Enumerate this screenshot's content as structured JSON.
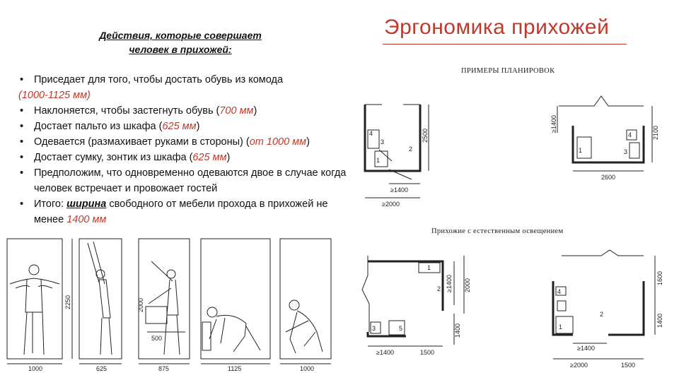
{
  "title": "Эргономика прихожей",
  "heading": {
    "line1": "Действия, которые совершает",
    "line2": "человек в прихожей:"
  },
  "bullets": [
    {
      "text": "Приседает для того, чтобы достать обувь из комода",
      "value": "(1000-1125 мм)"
    },
    {
      "text": "Наклоняется, чтобы застегнуть обувь",
      "value": "700 мм"
    },
    {
      "text": "Достает пальто из шкафа",
      "value": "625 мм"
    },
    {
      "text": "Одевается (размахивает руками в стороны)",
      "value": "от 1000 мм"
    },
    {
      "text": "Достает  сумку, зонтик из шкафа",
      "value": "625 мм"
    },
    {
      "text": "Предположим, что одновременно одеваются двое в случае когда человек встречает и провожает гостей"
    },
    {
      "prefix": "Итого: ",
      "emph": "ширина",
      "text": " свободного от мебели прохода в прихожей не менее ",
      "value": "1400 мм"
    }
  ],
  "captions": {
    "plans": "ПРИМЕРЫ ПЛАНИРОВОК",
    "natural": "Прихожие с естественным освещением"
  },
  "figures": {
    "heights": {
      "h2250": "2250",
      "h2000": "2000",
      "h500": "500"
    },
    "widths": {
      "w1000a": "1000",
      "w625": "625",
      "w875": "875",
      "w1125": "1125",
      "w1000b": "1000"
    }
  },
  "plans": {
    "p1": {
      "d2500": "2500",
      "d1400": "≥1400",
      "d2000": "≥2000",
      "n1": "1",
      "n2": "2",
      "n3": "3",
      "n4": "4"
    },
    "p2": {
      "d1400": "≥1400",
      "d2100": "2100",
      "d2600": "2600",
      "n1": "1",
      "n3": "3",
      "n4": "4"
    },
    "p3": {
      "d1400v": "≥1400",
      "d2000v": "2000",
      "d1400b": "1400",
      "d1400h": "≥1400",
      "d1500": "1500",
      "n1": "1",
      "n2": "2",
      "n3": "3",
      "n5": "5"
    },
    "p4": {
      "d1600": "1600",
      "d1400": "1400",
      "d1400h": "≥1400",
      "d2000": "≥2000",
      "d1500": "1500",
      "n1": "1",
      "n2": "2",
      "n4": "4"
    }
  },
  "colors": {
    "accent": "#c0392b",
    "text": "#111111"
  }
}
